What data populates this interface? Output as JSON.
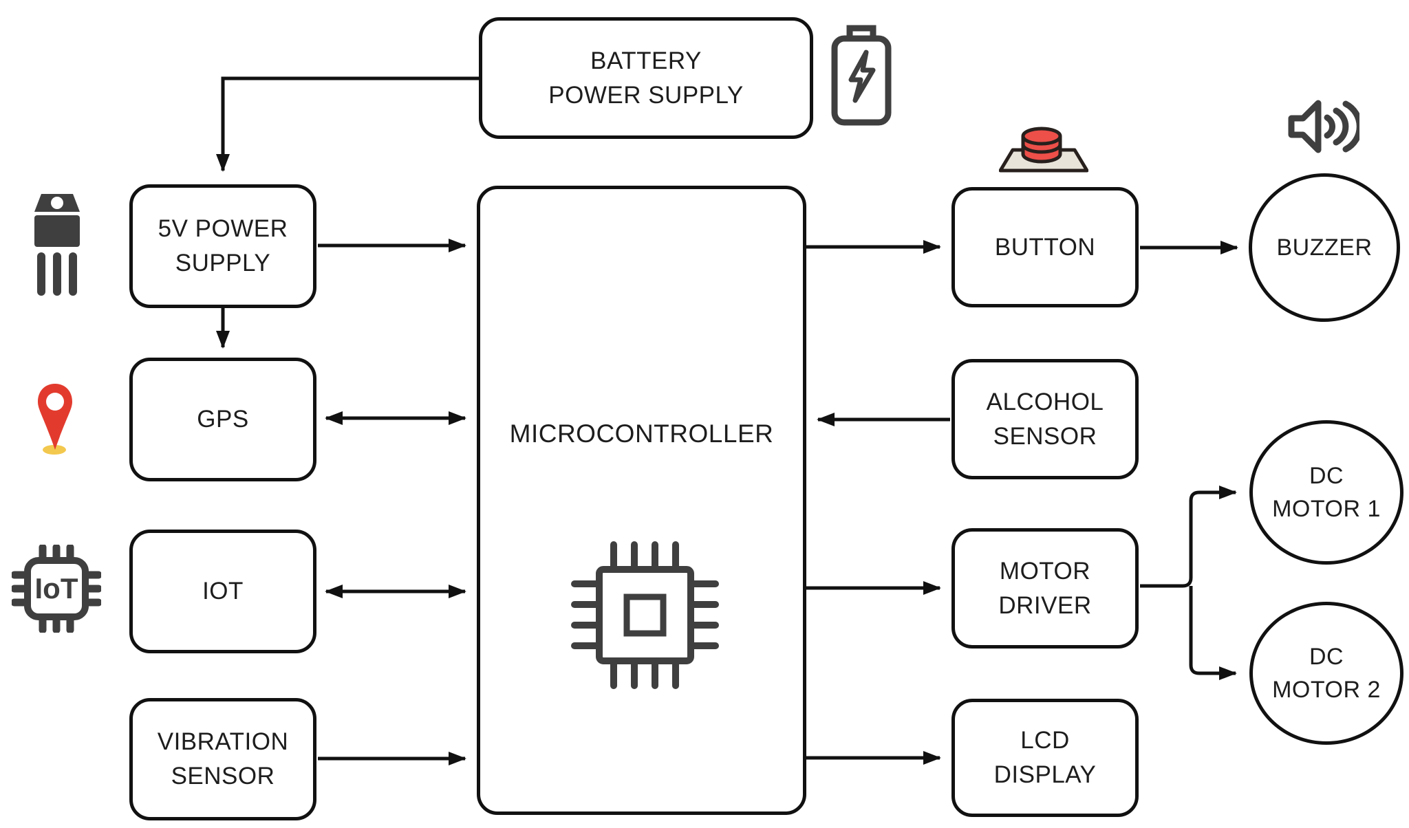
{
  "diagram_type": "block-diagram",
  "colors": {
    "line": "#111111",
    "bg": "#ffffff",
    "text": "#1d1d1d",
    "icon_gray": "#3f3f3f",
    "gps_pin_red": "#e23b2e",
    "gps_pin_shadow": "#f3c84e",
    "button_red": "#ed4f49",
    "button_outline": "#27201d",
    "button_base": "#e9e4da"
  },
  "nodes": {
    "battery": {
      "label": "BATTERY\nPOWER SUPPLY",
      "shape": "rounded-rect"
    },
    "power5v": {
      "label": "5V POWER\nSUPPLY",
      "shape": "rounded-rect"
    },
    "gps": {
      "label": "GPS",
      "shape": "rounded-rect"
    },
    "iot": {
      "label": "IOT",
      "shape": "rounded-rect"
    },
    "vibration": {
      "label": "VIBRATION\nSENSOR",
      "shape": "rounded-rect"
    },
    "mcu": {
      "label": "MICROCONTROLLER",
      "shape": "rounded-rect"
    },
    "button": {
      "label": "BUTTON",
      "shape": "rounded-rect"
    },
    "alcohol": {
      "label": "ALCOHOL\nSENSOR",
      "shape": "rounded-rect"
    },
    "motor_driver": {
      "label": "MOTOR\nDRIVER",
      "shape": "rounded-rect"
    },
    "lcd": {
      "label": "LCD\nDISPLAY",
      "shape": "rounded-rect"
    },
    "buzzer": {
      "label": "BUZZER",
      "shape": "circle"
    },
    "dc_motor_1": {
      "label": "DC\nMOTOR 1",
      "shape": "circle"
    },
    "dc_motor_2": {
      "label": "DC\nMOTOR 2",
      "shape": "circle"
    }
  },
  "icons": {
    "battery_icon": "battery with lightning bolt",
    "voltage_regulator_icon": "TO-220 transistor / voltage regulator",
    "gps_pin_icon": "red map location pin",
    "iot_chip_icon": "chip with IoT lettering",
    "iot_text": "IoT",
    "mcu_chip_icon": "microprocessor chip with pins",
    "push_button_icon": "red push button on pad",
    "speaker_icon": "loudspeaker with sound waves"
  },
  "edges": [
    {
      "from": "battery",
      "to": "power5v",
      "direction": "one-way"
    },
    {
      "from": "power5v",
      "to": "mcu",
      "direction": "one-way"
    },
    {
      "from": "power5v",
      "to": "gps",
      "direction": "one-way"
    },
    {
      "from": "gps",
      "to": "mcu",
      "direction": "two-way"
    },
    {
      "from": "iot",
      "to": "mcu",
      "direction": "two-way"
    },
    {
      "from": "vibration",
      "to": "mcu",
      "direction": "one-way"
    },
    {
      "from": "mcu",
      "to": "button",
      "direction": "one-way"
    },
    {
      "from": "button",
      "to": "buzzer",
      "direction": "one-way"
    },
    {
      "from": "alcohol",
      "to": "mcu",
      "direction": "one-way"
    },
    {
      "from": "mcu",
      "to": "motor_driver",
      "direction": "one-way"
    },
    {
      "from": "motor_driver",
      "to": "dc_motor_1",
      "direction": "one-way"
    },
    {
      "from": "motor_driver",
      "to": "dc_motor_2",
      "direction": "one-way"
    },
    {
      "from": "mcu",
      "to": "lcd",
      "direction": "one-way"
    }
  ]
}
